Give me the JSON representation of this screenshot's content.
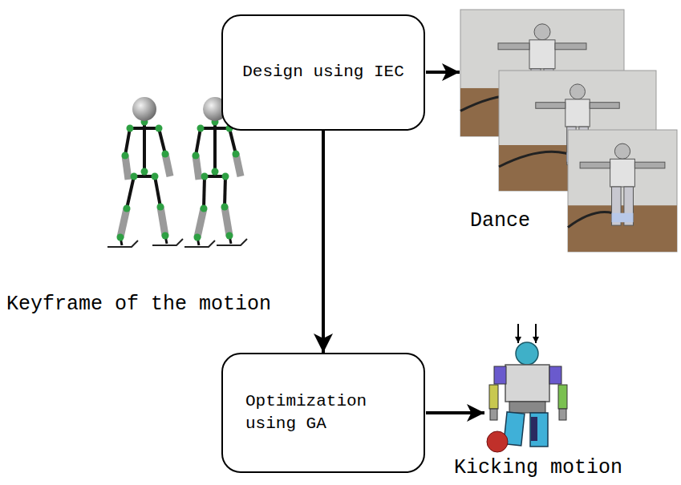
{
  "diagram": {
    "nodes": [
      {
        "text": [
          "Design using IEC"
        ]
      },
      {
        "text": [
          "Optimization using GA"
        ]
      }
    ],
    "edges": [
      {
        "from": 0,
        "to": 1,
        "arrow": "to"
      }
    ],
    "labels": [
      "Dance",
      "Keyframe of the motion",
      "Kicking motion"
    ]
  }
}
